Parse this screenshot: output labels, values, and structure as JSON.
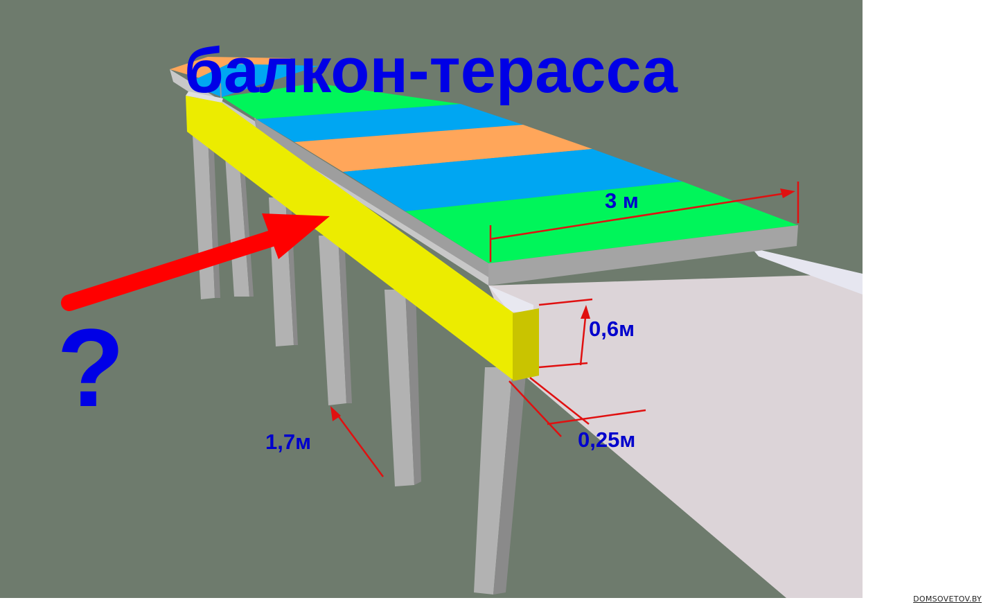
{
  "title": "балкон-терасса",
  "question_mark": "?",
  "dimensions": {
    "length": "3 м",
    "beam_height": "0,6м",
    "beam_width": "0,25м",
    "column_height": "1,7м"
  },
  "watermark": "DOMSOVETOV.BY",
  "colors": {
    "background": "#6e7b6d",
    "beam": "#ecec00",
    "slab_orange": "#ffa65a",
    "slab_blue": "#00a6f2",
    "slab_green": "#00f55a",
    "column": "#a9a9a9",
    "dimension_line": "#e01010",
    "label": "#0000cc"
  }
}
